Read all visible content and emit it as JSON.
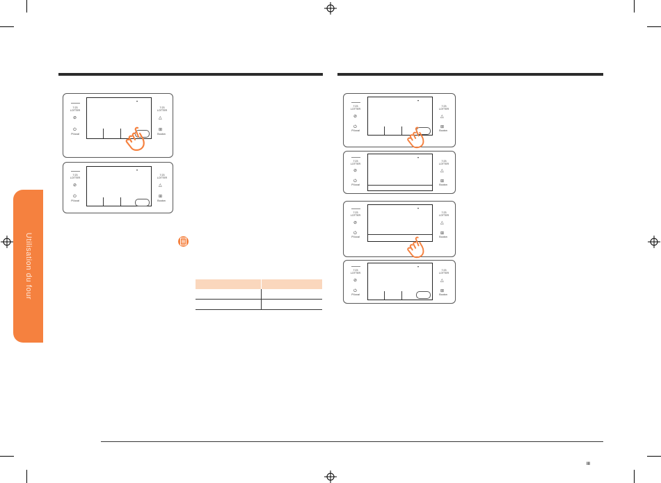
{
  "sidebar": {
    "label": "Utilisation du four"
  },
  "panel": {
    "left_label_1": "7:23\nLOTTER",
    "left_label_3": "Pl.local",
    "right_label_1": "7:23\nLOTTER",
    "right_label_3": "Bouton"
  },
  "page": {
    "number": "III"
  },
  "colors": {
    "accent": "#f5813f",
    "table_header": "#fad7bd"
  }
}
